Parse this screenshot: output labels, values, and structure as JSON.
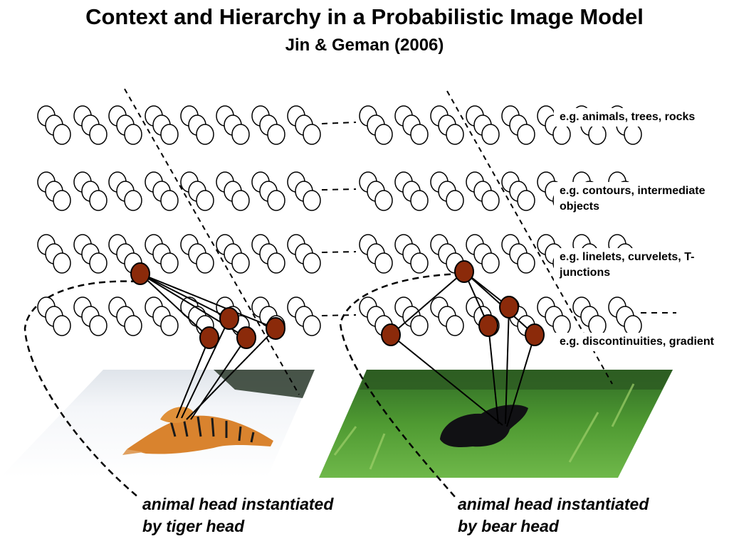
{
  "header": {
    "title": "Context and Hierarchy in a Probabilistic Image Model",
    "subtitle": "Jin & Geman (2006)"
  },
  "level_labels": [
    "e.g. animals, trees, rocks",
    "e.g. contours, intermediate objects",
    "e.g. linelets, curvelets, T-junctions",
    "e.g. discontinuities, gradient"
  ],
  "captions": {
    "left": "animal head instantiated\nby tiger head",
    "right": "animal head instantiated\nby bear head"
  },
  "images": {
    "left": "tiger running in snow",
    "right": "black bear in green grass"
  },
  "colors": {
    "active_node": "#8b2a0a",
    "node_stroke": "#000000"
  }
}
